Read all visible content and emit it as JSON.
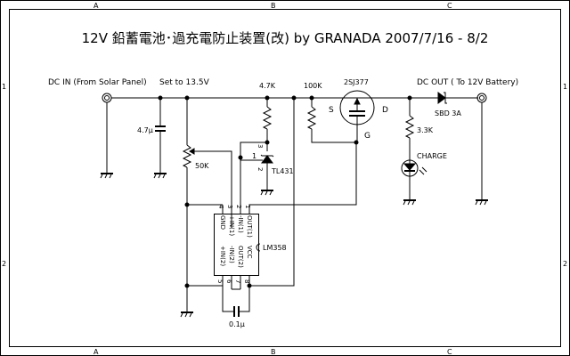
{
  "title": "12V 鉛蓄電池･過充電防止装置(改) by GRANADA 2007/7/16 - 8/2",
  "frame": {
    "col_labels": [
      "A",
      "B",
      "C"
    ],
    "row_labels": [
      "1",
      "2"
    ]
  },
  "labels": {
    "dc_in": "DC IN (From Solar Panel)",
    "set_to": "Set to 13.5V",
    "dc_out": "DC OUT ( To 12V Battery)",
    "charge": "CHARGE"
  },
  "components": {
    "c_in": {
      "value": "4.7μ"
    },
    "pot": {
      "value": "50K"
    },
    "r_ref": {
      "value": "4.7K"
    },
    "r_gate": {
      "value": "100K"
    },
    "mosfet": {
      "part": "2SJ377",
      "source": "S",
      "drain": "D",
      "gate": "G"
    },
    "shunt": {
      "part": "TL431",
      "pin1": "1",
      "pin2": "2",
      "pin3": "3"
    },
    "diode": {
      "part": "SBD 3A"
    },
    "r_led": {
      "value": "3.3K"
    },
    "opamp": {
      "part": "LM358",
      "top_pins": [
        "4",
        "3",
        "2",
        "1"
      ],
      "bottom_pins": [
        "5",
        "6",
        "7",
        "8"
      ],
      "top_names": [
        "GND",
        "+IN(1)",
        "-IN(1)",
        "OUT(1)"
      ],
      "bottom_names": [
        "+IN(2)",
        "-IN(2)",
        "OUT(2)",
        "VCC"
      ]
    },
    "c_dec": {
      "value": "0.1μ"
    }
  },
  "colors": {
    "line": "#000000",
    "background": "#ffffff"
  }
}
